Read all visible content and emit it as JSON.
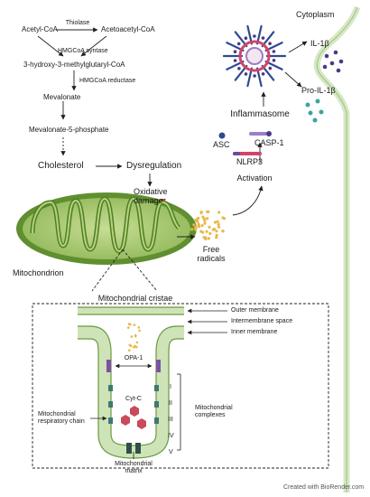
{
  "pathway": {
    "acetyl_coa": "Acetyl-CoA",
    "thiolase": "Thiolase",
    "acetoacetyl_coa": "Acetoacetyl-CoA",
    "hmgcoa_synthase": "HMGCoA syntase",
    "hmg_coa": "3-hydroxy-3-methylglutaryl-CoA",
    "hmgcoa_reductase": "HMGCoA reductase",
    "mevalonate": "Mevalonate",
    "mevalonate_5p": "Mevalonate-5-phosphate",
    "cholesterol": "Cholesterol",
    "dysregulation": "Dysregulation",
    "oxidative_damage": "Oxidative damage"
  },
  "cell": {
    "cytoplasm": "Cytoplasm",
    "il1b": "IL-1β",
    "pro_il1b": "Pro-IL-1β",
    "inflammasome": "Inflammasome",
    "asc": "ASC",
    "casp1": "CASP-1",
    "nlrp3": "NLRP3",
    "activation": "Activation",
    "free_radicals": "Free radicals",
    "mitochondrion": "Mitochondrion"
  },
  "inset": {
    "title": "Mitochondrial cristae",
    "outer_membrane": "Outer membrane",
    "intermembrane_space": "Intermembrane space",
    "inner_membrane": "Inner membrane",
    "opa1": "OPA-1",
    "cytc": "Cyt-C",
    "resp_chain": "Mitochondrial respiratory chain",
    "complexes": "Mitochondrial complexes",
    "matrix": "Mitochondrial matrix",
    "roman": [
      "I",
      "II",
      "III",
      "IV",
      "V"
    ]
  },
  "credit": "Created with BioRender.com",
  "colors": {
    "mito_outer": "#5f8f2f",
    "mito_inner": "#a8c96a",
    "membrane": "#bcd8a3",
    "radical": "#e8b84a",
    "spike_blue": "#2f4a8f",
    "ring_red": "#d0456a",
    "il1b_dot": "#4a3a86",
    "pro_il1b_dot": "#3aa5a0",
    "cytc": "#c94a5a",
    "lightning": "#c8282f",
    "opa1": "#7d52a3"
  }
}
